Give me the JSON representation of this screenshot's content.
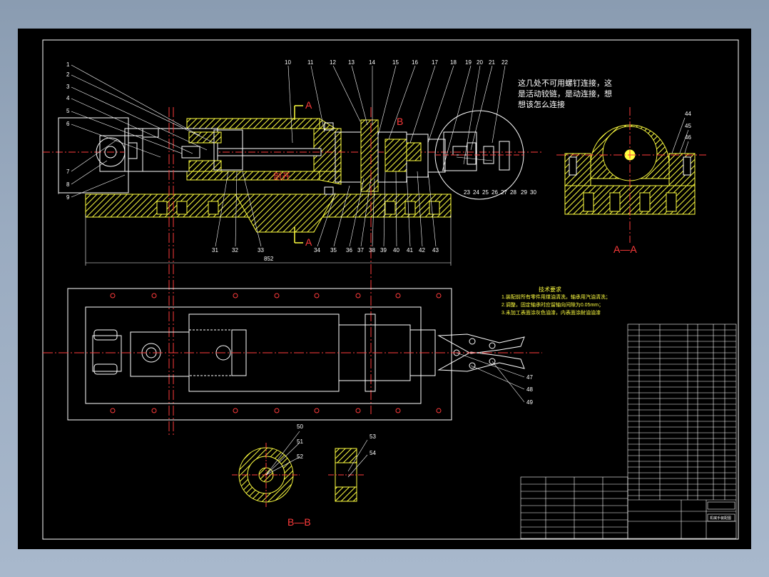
{
  "drawing": {
    "section_label_A_top": "A",
    "section_label_A_bottom": "A",
    "section_label_B": "B",
    "section_view_AA": "A—A",
    "section_view_BB": "B—B",
    "cut_label": "剖开",
    "annotation_note": [
      "这几处不可用螺钉连接，这",
      "是活动铰链，是动连接，想",
      "想该怎么连接"
    ],
    "tech_req_title": "技术要求",
    "tech_req_lines": [
      "1.装配前所有零件用煤油清洗，轴承用汽油清洗；",
      "2.调整，固定轴承时应留轴向间隙为0.05mm；",
      "3.未加工表面涂灰色油漆，内表面涂耐油油漆"
    ],
    "part_numbers_top": [
      "10",
      "11",
      "12",
      "13",
      "14",
      "15",
      "16",
      "17",
      "18",
      "19",
      "20",
      "21",
      "22"
    ],
    "part_numbers_left": [
      "1",
      "2",
      "3",
      "4",
      "5",
      "6",
      "7",
      "8",
      "9"
    ],
    "part_numbers_bottom": [
      "31",
      "32",
      "33",
      "34",
      "35",
      "36",
      "37",
      "38",
      "39",
      "40",
      "41",
      "42",
      "43"
    ],
    "part_numbers_detail": [
      "23",
      "24",
      "25",
      "26",
      "27",
      "28",
      "29",
      "30"
    ],
    "part_numbers_right": [
      "44",
      "45",
      "46"
    ],
    "part_numbers_plan": [
      "47",
      "48",
      "49"
    ],
    "part_numbers_bb": [
      "50",
      "51",
      "52",
      "53",
      "54"
    ],
    "title_block_name": "机械手装配图"
  }
}
